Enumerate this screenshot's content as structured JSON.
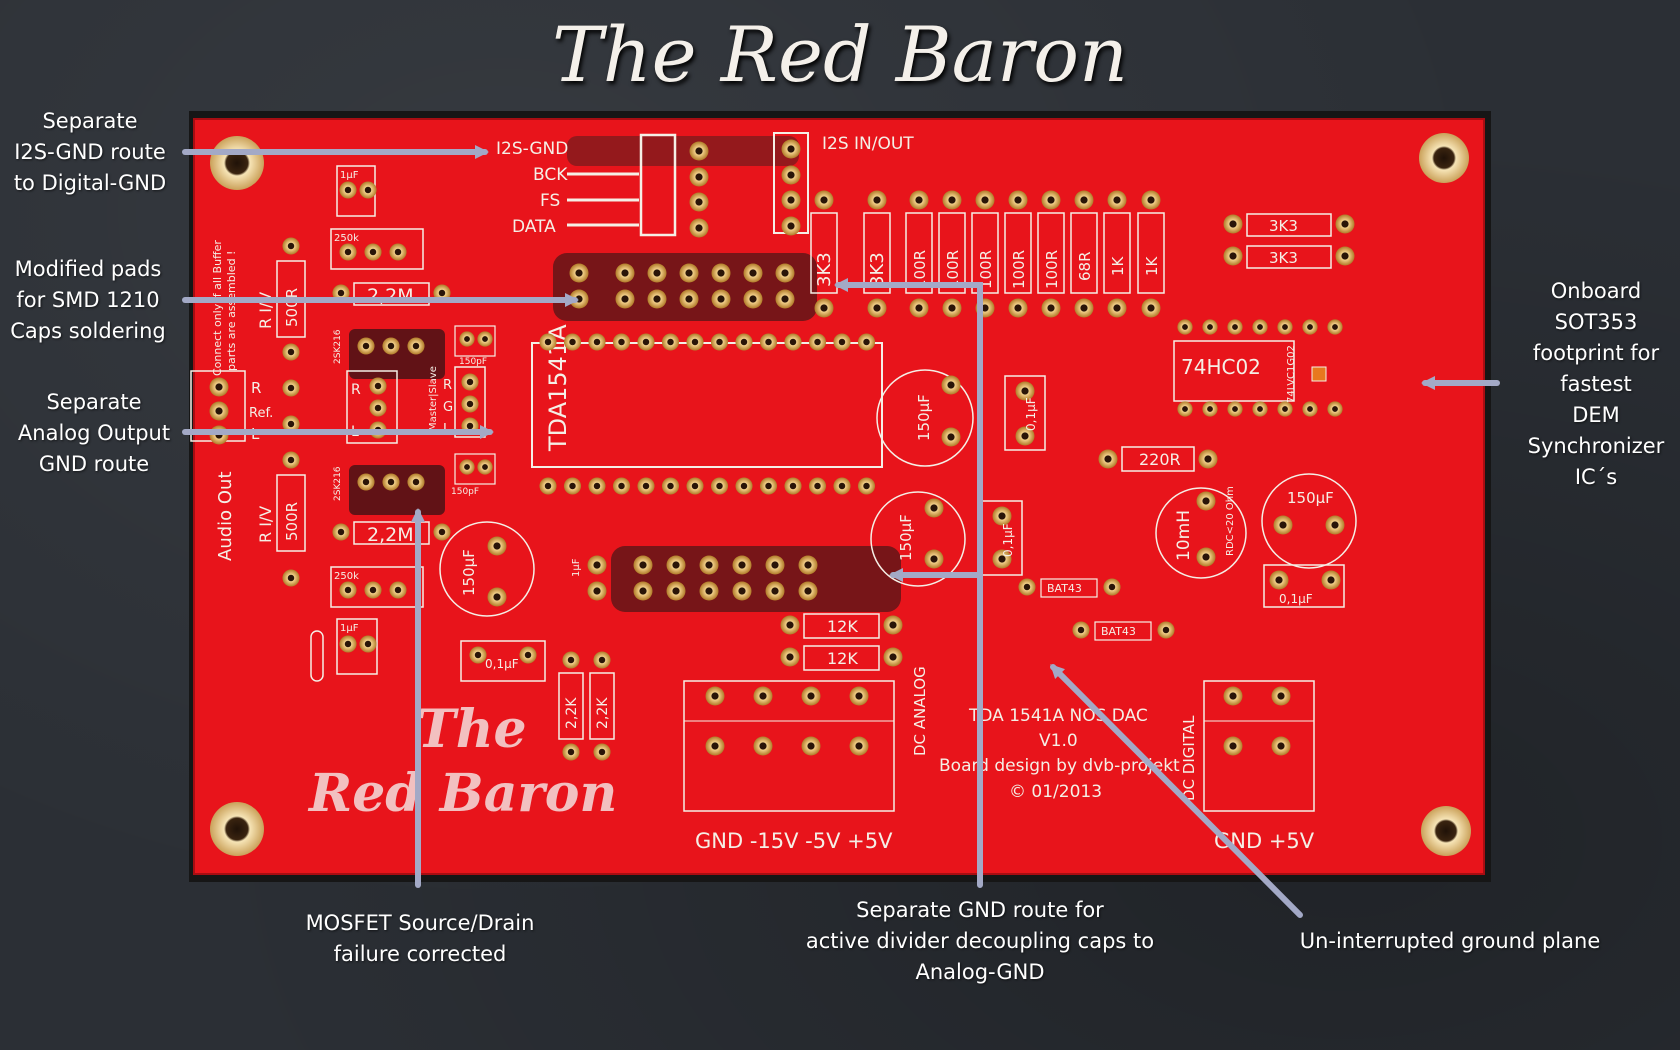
{
  "title": "The Red Baron",
  "annotations": {
    "i2s_gnd": [
      "Separate",
      "I2S-GND route",
      "to Digital-GND"
    ],
    "smd_pads": [
      "Modified pads",
      "for SMD 1210",
      "Caps soldering"
    ],
    "analog_gnd": [
      "Separate",
      "Analog Output",
      "GND route"
    ],
    "sot353": [
      "Onboard",
      "SOT353",
      "footprint for",
      "fastest",
      "DEM",
      "Synchronizer",
      "IC´s"
    ],
    "mosfet": [
      "MOSFET Source/Drain",
      "failure corrected"
    ],
    "divider_gnd": [
      "Separate GND route for",
      "active divider decoupling caps to",
      "Analog-GND"
    ],
    "ground_plane": [
      "Un-interrupted ground plane"
    ]
  },
  "board": {
    "i2s_header": "I2S IN/OUT",
    "i2s_signals": [
      "I2S-GND",
      "BCK",
      "FS",
      "DATA"
    ],
    "resistors_top": [
      "3K3",
      "3K3",
      "100R",
      "100R",
      "100R",
      "100R",
      "100R",
      "68R",
      "1K",
      "1K"
    ],
    "resistors_right": [
      "3K3",
      "3K3"
    ],
    "res_220": "220R",
    "cap_1uf": "1µF",
    "pot_250k": "250k",
    "res_22m": "2,2M",
    "res_500r": "500R",
    "iv_label": "R I/V",
    "mosfet_part": "2SK216",
    "cap_150pf": "150pF",
    "chip_main": "TDA1541A",
    "chip_logic": "74HC02",
    "chip_sot": "74LVC1G02",
    "cap_150uf": "150µF",
    "cap_01uf": "0,1µF",
    "res_12k": "12K",
    "res_22k": "2,2K",
    "inductor": "10mH",
    "inductor_note": "RDC<20 Ohm",
    "diode": "BAT43",
    "audio_out": "Audio Out",
    "audio_ch": [
      "R",
      "Ref.",
      "L"
    ],
    "lgr": [
      "L",
      "G",
      "R"
    ],
    "lr": [
      "L",
      "R"
    ],
    "master_slave": "Master|Slave",
    "buffer_note_1": "Connect only if all Buffer",
    "buffer_note_2": "parts are assembled !",
    "dc_analog": "DC ANALOG",
    "dc_digital": "DC DIGITAL",
    "power_analog": "GND  -15V  -5V  +5V",
    "power_digital": "GND   +5V",
    "board_info": [
      "TDA 1541A NOS DAC",
      "V1.0",
      "Board design by dvb-projekt",
      "© 01/2013"
    ],
    "logo_line1": "The",
    "logo_line2": "Red Baron"
  },
  "colors": {
    "pcb": "#e8141b",
    "pad": "#d8a64a",
    "silk": "#f5efe6",
    "arrow": "#a3a9c6",
    "background": "#2b2f35"
  }
}
